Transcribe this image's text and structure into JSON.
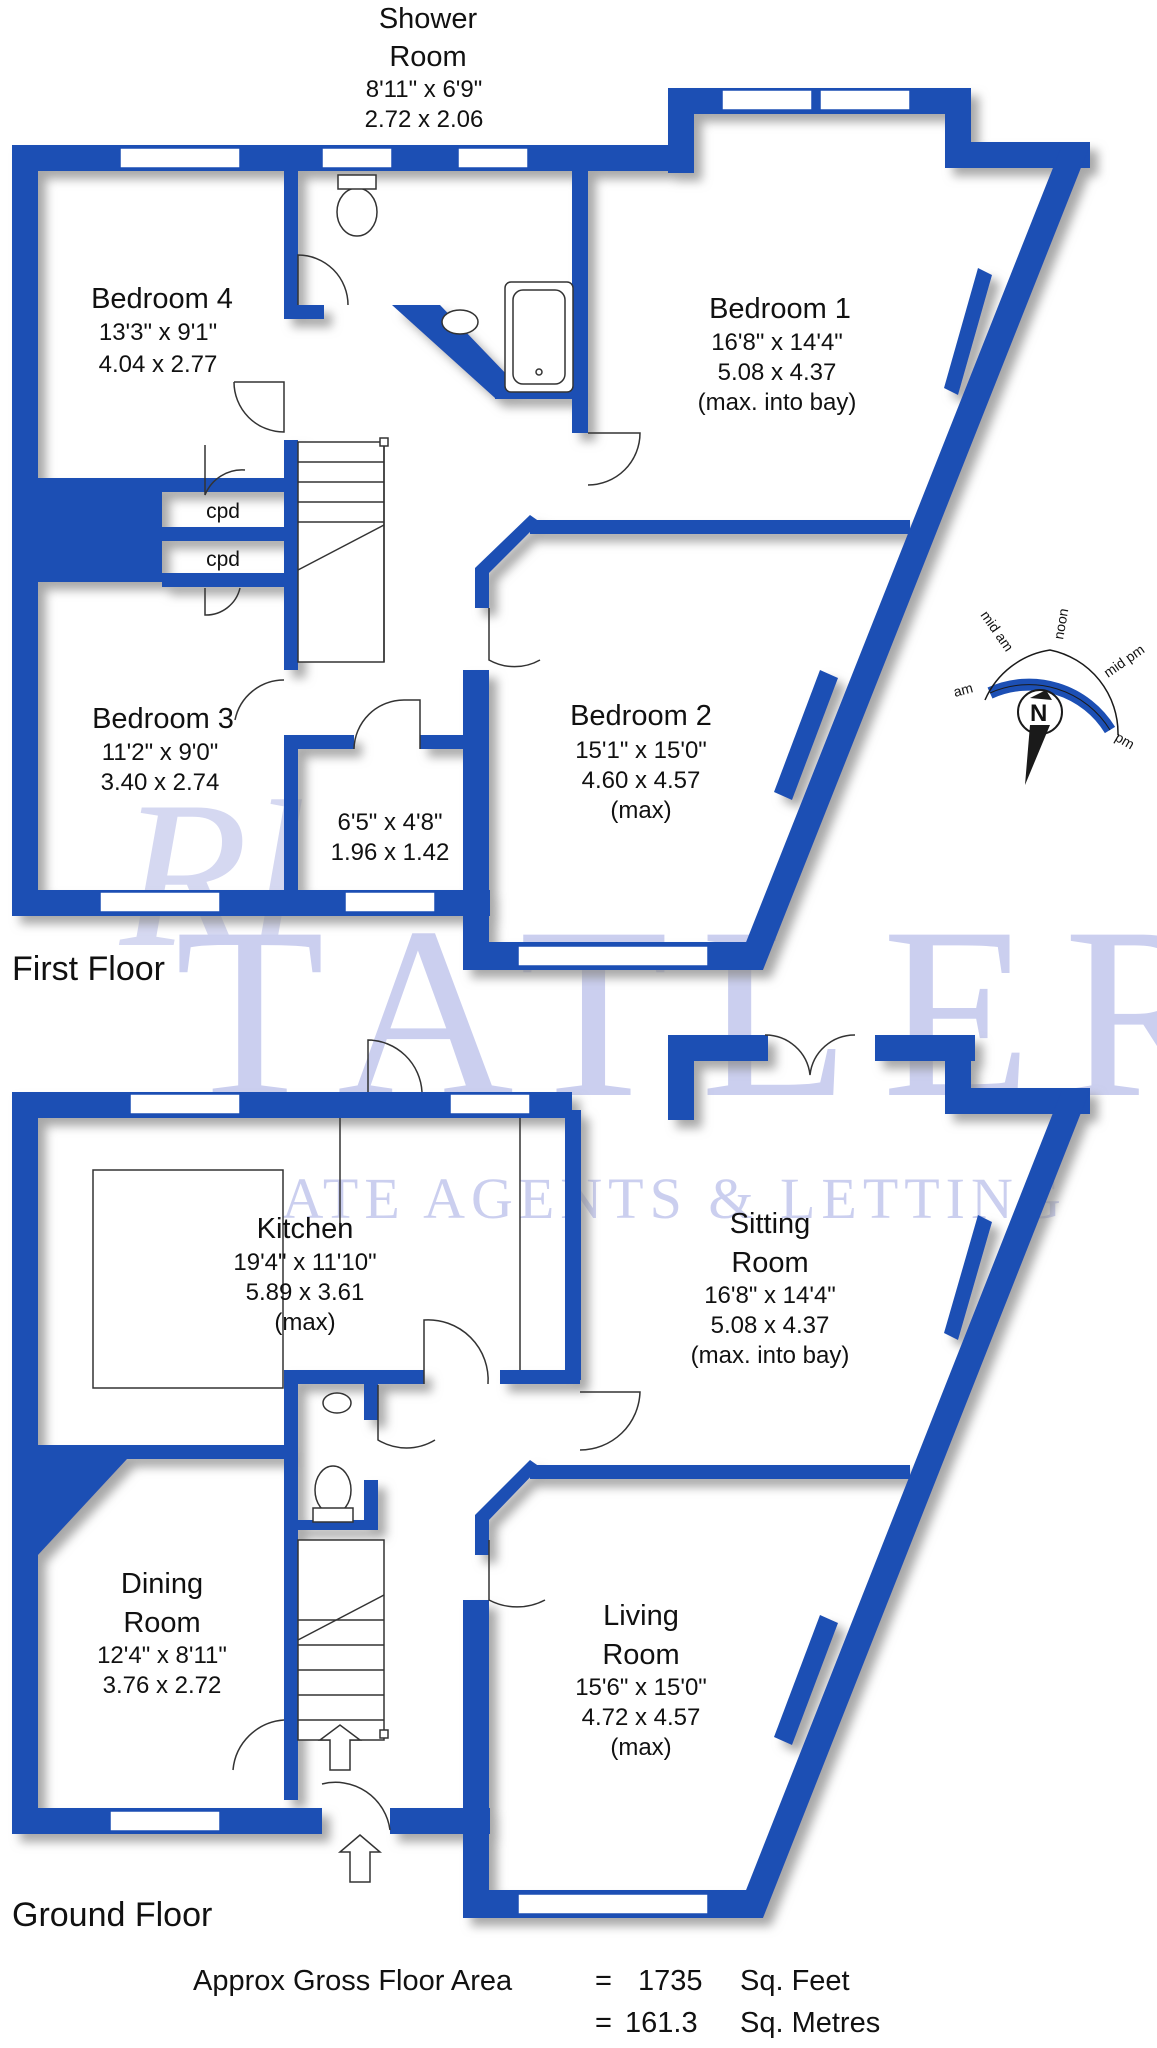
{
  "colors": {
    "wall": "#1c4fb4",
    "shadow": "#9a9a9a",
    "text": "#111111",
    "watermark": "#c9cdef"
  },
  "watermark": {
    "brand": "TATLER",
    "tagline": "ESTATE AGENTS & LETTING"
  },
  "first_floor": {
    "title": "First Floor",
    "shower_room": {
      "name1": "Shower",
      "name2": "Room",
      "imperial": "8'11\" x  6'9\"",
      "metric": "2.72  x  2.06"
    },
    "bedroom1": {
      "name": "Bedroom 1",
      "imperial": "16'8\" x  14'4\"",
      "metric": "5.08  x  4.37",
      "note": "(max. into bay)"
    },
    "bedroom2": {
      "name": "Bedroom 2",
      "imperial": "15'1\" x  15'0\"",
      "metric": "4.60  x  4.57",
      "note": "(max)"
    },
    "bedroom3": {
      "name": "Bedroom 3",
      "imperial": "11'2\" x  9'0\"",
      "metric": "3.40  x  2.74"
    },
    "bedroom4": {
      "name": "Bedroom 4",
      "imperial": "13'3\" x  9'1\"",
      "metric": "4.04  x  2.77"
    },
    "cpd_upper": "cpd",
    "cpd_lower": "cpd",
    "small_room": {
      "imperial": "6'5\"  x  4'8\"",
      "metric": "1.96  x  1.42"
    }
  },
  "ground_floor": {
    "title": "Ground Floor",
    "kitchen": {
      "name": "Kitchen",
      "imperial": "19'4\" x 11'10\"",
      "metric": "5.89  x  3.61",
      "note": "(max)"
    },
    "sitting_room": {
      "name1": "Sitting",
      "name2": "Room",
      "imperial": "16'8\" x  14'4\"",
      "metric": "5.08  x  4.37",
      "note": "(max. into bay)"
    },
    "dining_room": {
      "name1": "Dining",
      "name2": "Room",
      "imperial": "12'4\" x 8'11\"",
      "metric": "3.76  x  2.72"
    },
    "living_room": {
      "name1": "Living",
      "name2": "Room",
      "imperial": "15'6\" x  15'0\"",
      "metric": "4.72  x  4.57",
      "note": "(max)"
    }
  },
  "compass": {
    "north": "N",
    "am": "am",
    "mid_am": "mid am",
    "noon": "noon",
    "mid_pm": "mid pm",
    "pm": "pm"
  },
  "area": {
    "label": "Approx Gross Floor Area",
    "eq1": "=",
    "value_ft": "1735",
    "unit_ft": "Sq. Feet",
    "eq2": "=",
    "value_m": "161.3",
    "unit_m": "Sq. Metres"
  }
}
